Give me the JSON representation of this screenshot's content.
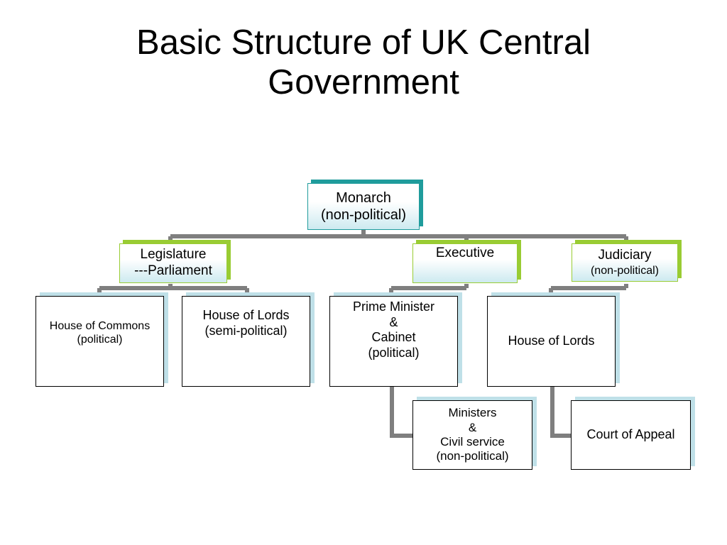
{
  "title": {
    "line1": "Basic Structure of UK Central",
    "line2": "Government"
  },
  "nodes": {
    "monarch": {
      "line1": "Monarch",
      "line2": "(non-political)"
    },
    "legislature": {
      "line1": "Legislature",
      "line2": "---Parliament"
    },
    "executive": {
      "line1": "Executive"
    },
    "judiciary": {
      "line1": "Judiciary",
      "line2": "(non-political)"
    },
    "house_of_commons": {
      "line1": "House of Commons",
      "line2": "(political)"
    },
    "house_of_lords_leg": {
      "line1": "House of Lords",
      "line2": "(semi-political)"
    },
    "prime_minister": {
      "line1": "Prime Minister",
      "line2": "&",
      "line3": "Cabinet",
      "line4": "(political)"
    },
    "house_of_lords_jud": {
      "line1": "House of Lords"
    },
    "ministers": {
      "line1": "Ministers",
      "line2": "&",
      "line3": "Civil service",
      "line4": "(non-political)"
    },
    "court_of_appeal": {
      "line1": "Court of Appeal"
    }
  },
  "colors": {
    "connector": "#7f7f7f",
    "green_accent": "#99cc33",
    "teal_accent": "#1f9c9c",
    "blue_shadow": "#bfe0e8"
  }
}
